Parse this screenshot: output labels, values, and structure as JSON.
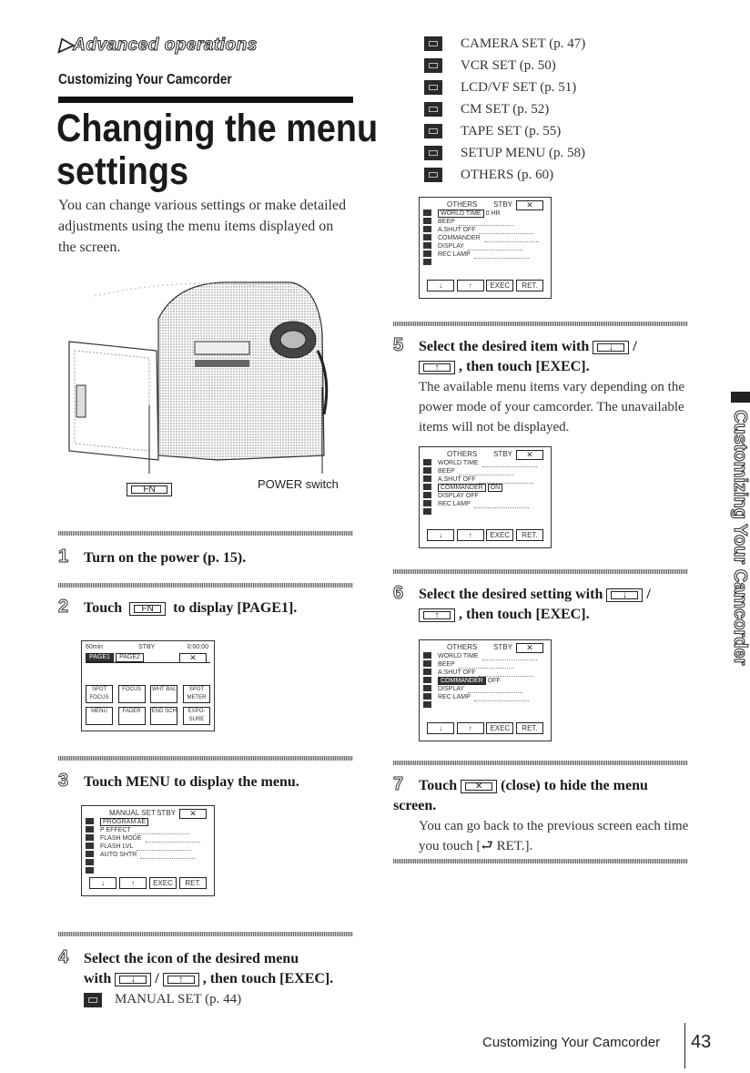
{
  "header": {
    "breadcrumb": "▶Advanced operations",
    "section": "Customizing Your Camcorder",
    "title_line1": "Changing the menu",
    "title_line2": "settings",
    "intro": "You can change various settings or make detailed adjustments using the menu items displayed on the screen."
  },
  "illustration": {
    "fn_button": "FN",
    "power_label": "POWER switch"
  },
  "steps": {
    "s1": {
      "num": "1",
      "text": "Turn on the power (p. 15)."
    },
    "s2": {
      "num": "2",
      "text_a": "Touch",
      "btn": "FN",
      "text_b": "to display [PAGE1]."
    },
    "s3": {
      "num": "3",
      "text": "Touch MENU to display the menu."
    },
    "s4": {
      "num": "4",
      "text_a": "Select the icon of the desired menu",
      "text_b": "with",
      "btn1": "↓",
      "slash": "/",
      "btn2": "↑",
      "text_c": ", then touch [EXEC].",
      "item": "MANUAL SET (p. 44)"
    },
    "s5": {
      "num": "5",
      "text_a": "Select the desired item with",
      "btn1": "↓",
      "slash": "/",
      "btn2": "↑",
      "text_b": ", then touch [EXEC].",
      "body": "The available menu items vary depending on the power mode of your camcorder. The unavailable items will not be displayed."
    },
    "s6": {
      "num": "6",
      "text_a": "Select the desired setting with",
      "btn1": "↓",
      "slash": "/",
      "btn2": "↑",
      "text_b": ", then touch [EXEC]."
    },
    "s7": {
      "num": "7",
      "text_a": "Touch",
      "btn": "✕",
      "text_b": "(close) to hide the menu screen.",
      "body_a": "You can go back to the previous screen each time you touch [",
      "ret": "⮐ RET.",
      "body_b": "]."
    }
  },
  "menus": [
    {
      "icon": "camera-set-icon",
      "label": "CAMERA SET (p. 47)"
    },
    {
      "icon": "vcr-set-icon",
      "label": "VCR SET (p. 50)"
    },
    {
      "icon": "lcd-vf-set-icon",
      "label": "LCD/VF SET (p. 51)"
    },
    {
      "icon": "cm-set-icon",
      "label": "CM SET (p. 52)"
    },
    {
      "icon": "tape-set-icon",
      "label": "TAPE SET (p. 55)"
    },
    {
      "icon": "setup-menu-icon",
      "label": "SETUP MENU (p. 58)"
    },
    {
      "icon": "others-icon",
      "label": "OTHERS (p. 60)"
    }
  ],
  "screens": {
    "page1": {
      "tape": "60min",
      "stby": "STBY",
      "time": "0:00:00",
      "tab1": "PAGE1",
      "tab2": "PAGE2",
      "close": "✕",
      "row1": [
        "SPOT FOCUS",
        "FOCUS",
        "WHT BAL",
        "SPOT METER"
      ],
      "row2": [
        "MENU",
        "FADER",
        "END SCH",
        "EXPO-SURE"
      ]
    },
    "manual": {
      "title": "MANUAL SET",
      "stby": "STBY",
      "close": "✕",
      "items": [
        "PROGRAM AE",
        "P EFFECT",
        "FLASH MODE",
        "FLASH LVL",
        "AUTO SHTR"
      ],
      "nav": [
        "↓",
        "↑",
        "EXEC",
        "RET."
      ]
    },
    "others1": {
      "title": "OTHERS",
      "stby": "STBY",
      "close": "✕",
      "items": [
        "WORLD TIME",
        "BEEP",
        "A.SHUT OFF",
        "COMMANDER",
        "DISPLAY",
        "REC LAMP"
      ],
      "value": "0 HR",
      "nav": [
        "↓",
        "↑",
        "EXEC",
        "RET."
      ]
    },
    "others2": {
      "title": "OTHERS",
      "stby": "STBY",
      "close": "✕",
      "items": [
        "WORLD TIME",
        "BEEP",
        "A.SHUT OFF",
        "COMMANDER",
        "DISPLAY",
        "REC LAMP"
      ],
      "on": "ON",
      "off": "OFF",
      "nav": [
        "↓",
        "↑",
        "EXEC",
        "RET."
      ]
    },
    "others3": {
      "title": "OTHERS",
      "stby": "STBY",
      "close": "✕",
      "items": [
        "WORLD TIME",
        "BEEP",
        "A.SHUT OFF",
        "COMMANDER",
        "DISPLAY",
        "REC LAMP"
      ],
      "off": "OFF",
      "nav": [
        "↓",
        "↑",
        "EXEC",
        "RET."
      ]
    }
  },
  "side_tab": "Customizing Your Camcorder",
  "footer": {
    "text": "Customizing Your Camcorder",
    "page": "43"
  }
}
